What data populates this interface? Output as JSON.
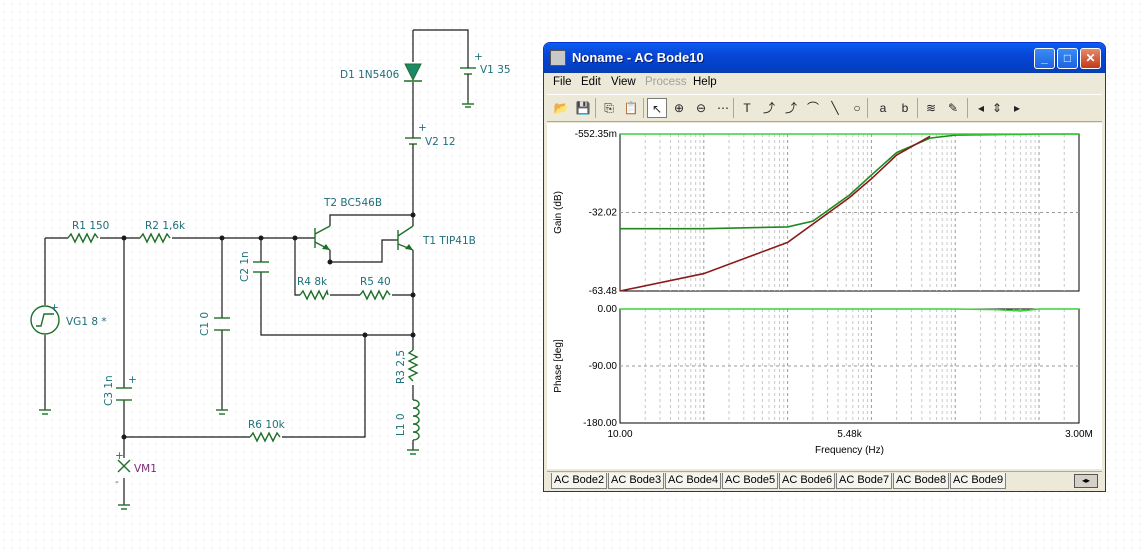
{
  "schematic": {
    "components": {
      "D1": "D1 1N5406",
      "V1": "V1 35",
      "V2": "V2 12",
      "T2": "T2 BC546B",
      "T1": "T1 TIP41B",
      "R1": "R1 150",
      "R2": "R2 1,6k",
      "C2": "C2 1n",
      "C1": "C1 0",
      "R4": "R4 8k",
      "R5": "R5 40",
      "VG1": "VG1 8 *",
      "C3": "C3 1n",
      "R3": "R3 2,5",
      "L1": "L1 0",
      "R6": "R6 10k",
      "VM1": "VM1"
    },
    "plus_sign": "+",
    "minus_sign": "-"
  },
  "window": {
    "title": "Noname - AC Bode10",
    "controls": {
      "minimize": "_",
      "maximize": "□",
      "close": "✕"
    },
    "menu": [
      {
        "label": "File",
        "enabled": true
      },
      {
        "label": "Edit",
        "enabled": true
      },
      {
        "label": "View",
        "enabled": true
      },
      {
        "label": "Process",
        "enabled": false
      },
      {
        "label": "Help",
        "enabled": true
      }
    ],
    "toolbar": [
      {
        "icon": "open-folder-icon",
        "glyph": "📂"
      },
      {
        "icon": "save-icon",
        "glyph": "💾"
      },
      {
        "icon": "copy-icon",
        "glyph": "⎘"
      },
      {
        "icon": "paste-icon",
        "glyph": "📋"
      },
      {
        "icon": "pointer-icon",
        "glyph": "↖",
        "pressed": true
      },
      {
        "icon": "zoom-in-icon",
        "glyph": "⊕"
      },
      {
        "icon": "zoom-100-icon",
        "glyph": "⊖"
      },
      {
        "icon": "grid-icon",
        "glyph": "⋯"
      },
      {
        "icon": "text-icon",
        "glyph": "T"
      },
      {
        "icon": "curve-label-icon",
        "glyph": "⤴"
      },
      {
        "icon": "curve-label2-icon",
        "glyph": "⤴"
      },
      {
        "icon": "cursor-line-icon",
        "glyph": "⌒"
      },
      {
        "icon": "line-icon",
        "glyph": "╲"
      },
      {
        "icon": "circle-icon",
        "glyph": "○"
      },
      {
        "icon": "cursor-a-icon",
        "glyph": "a"
      },
      {
        "icon": "cursor-b-icon",
        "glyph": "b"
      },
      {
        "icon": "add-curve-icon",
        "glyph": "≋"
      },
      {
        "icon": "color-picker-icon",
        "glyph": "✎"
      },
      {
        "icon": "scroll-left-icon",
        "glyph": "◂"
      },
      {
        "icon": "scroll-updown-icon",
        "glyph": "⇕"
      },
      {
        "icon": "scroll-right-icon",
        "glyph": "▸"
      }
    ],
    "tabs": [
      "AC Bode2",
      "AC Bode3",
      "AC Bode4",
      "AC Bode5",
      "AC Bode6",
      "AC Bode7",
      "AC Bode8",
      "AC Bode9"
    ],
    "tab_scroll": "◂▸"
  },
  "chart_data": [
    {
      "type": "line",
      "title": "",
      "xlabel": "Frequency (Hz)",
      "ylabel": "Gain (dB)",
      "x_scale": "log",
      "xlim": [
        10,
        3000000
      ],
      "ylim": [
        -63.48,
        -0.55235
      ],
      "y_tick_labels": [
        "-552.35m",
        "-32.02",
        "-63.48"
      ],
      "y_ticks": [
        -0.55235,
        -32.02,
        -63.48
      ],
      "grid": true,
      "colors": {
        "gain": "#1e8a1e",
        "asymptote": "#8b1a1a",
        "top_line": "#3cd13c"
      },
      "series": [
        {
          "x": [
            10,
            100,
            1000,
            2000,
            5480,
            10000,
            20000,
            50000,
            100000,
            1000000,
            3000000
          ],
          "y": [
            -38.5,
            -38.5,
            -37.8,
            -35.5,
            -25.0,
            -17.0,
            -8.0,
            -2.2,
            -1.0,
            -0.6,
            -0.55
          ]
        },
        {
          "x": [
            10,
            100,
            1000,
            5480,
            10000,
            20000,
            50000
          ],
          "y": [
            -63.48,
            -56.5,
            -44.0,
            -26.0,
            -18.5,
            -9.0,
            -1.5
          ]
        },
        {
          "x": [
            10,
            100000,
            3000000
          ],
          "y": [
            -0.55,
            -0.55,
            -0.55
          ]
        }
      ]
    },
    {
      "type": "line",
      "title": "",
      "xlabel": "Frequency (Hz)",
      "ylabel": "Phase [deg]",
      "x_scale": "log",
      "xlim": [
        10,
        3000000
      ],
      "ylim": [
        -180,
        0
      ],
      "x_tick_labels": [
        "10.00",
        "5.48k",
        "3.00M"
      ],
      "x_ticks": [
        10,
        5480,
        3000000
      ],
      "y_tick_labels": [
        "0.00",
        "-90.00",
        "-180.00"
      ],
      "y_ticks": [
        0,
        -90,
        -180
      ],
      "grid": true,
      "colors": {
        "phase": "#3cd13c"
      },
      "series": [
        {
          "x": [
            10,
            1000,
            5480,
            20000,
            100000,
            300000,
            600000,
            1000000,
            3000000
          ],
          "y": [
            0,
            0,
            0,
            0,
            0,
            -1,
            -3,
            0,
            0
          ]
        }
      ]
    }
  ]
}
